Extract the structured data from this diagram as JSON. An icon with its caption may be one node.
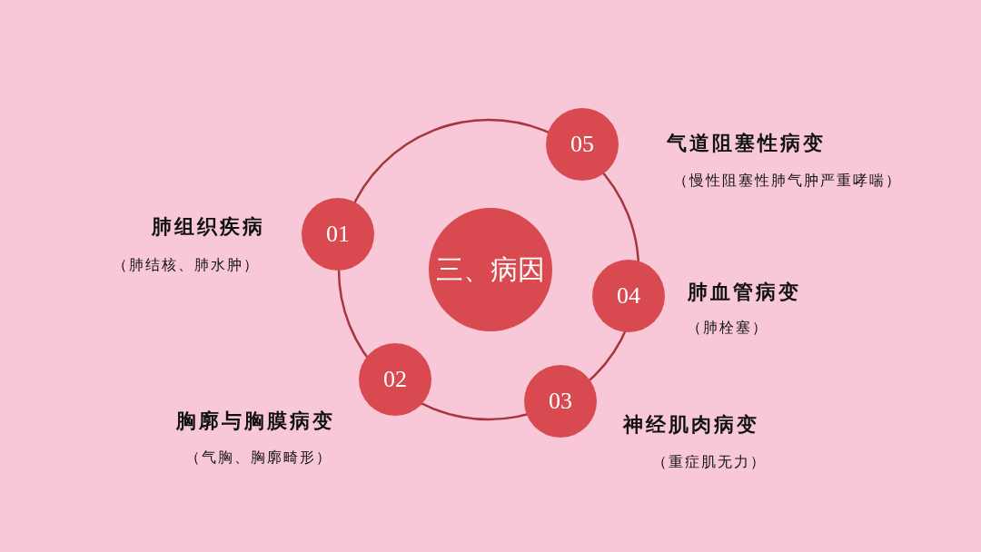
{
  "diagram": {
    "nodes": [
      {
        "text": [
          "三、病因"
        ]
      },
      {
        "text": [
          "01"
        ],
        "beside": [
          "肺组织疾病",
          "（肺结核、肺水肿）"
        ]
      },
      {
        "text": [
          "02"
        ],
        "beside": [
          "胸廓与胸膜病变",
          "（气胸、胸廓畸形）"
        ]
      },
      {
        "text": [
          "03"
        ],
        "beside": [
          "神经肌肉病变",
          "（重症肌无力）"
        ]
      },
      {
        "text": [
          "04"
        ],
        "beside": [
          "肺血管病变",
          "（肺栓塞）"
        ]
      },
      {
        "text": [
          "05"
        ],
        "beside": [
          "气道阻塞性病变",
          "（慢性阻塞性肺气肿严重哮喘）"
        ]
      }
    ],
    "edges": []
  }
}
